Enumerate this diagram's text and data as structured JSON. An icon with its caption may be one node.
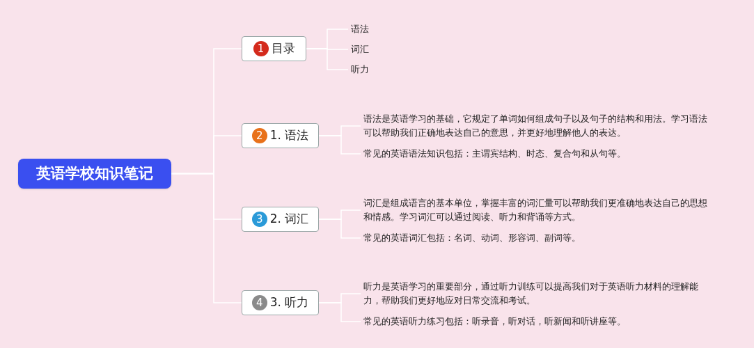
{
  "diagram": {
    "nodes": [
      {
        "text": [
          "英语学校知识笔记"
        ]
      },
      {
        "text": [
          "1",
          "目录"
        ]
      },
      {
        "text": [
          "语法"
        ]
      },
      {
        "text": [
          "词汇"
        ]
      },
      {
        "text": [
          "听力"
        ]
      },
      {
        "text": [
          "2",
          "1. 语法"
        ]
      },
      {
        "text": [
          "语法是英语学习的基础，它规定了单词如何组成句子以及句子的结构和用法。学习语法可以帮助我们正确地表达自己的意思，并更好地理解他人的表达。"
        ]
      },
      {
        "text": [
          "常见的英语语法知识包括：主谓宾结构、时态、复合句和从句等。"
        ]
      },
      {
        "text": [
          "3",
          "2. 词汇"
        ]
      },
      {
        "text": [
          "词汇是组成语言的基本单位，掌握丰富的词汇量可以帮助我们更准确地表达自己的思想和情感。学习词汇可以通过阅读、听力和背诵等方式。"
        ]
      },
      {
        "text": [
          "常见的英语词汇包括：名词、动词、形容词、副词等。"
        ]
      },
      {
        "text": [
          "4",
          "3. 听力"
        ]
      },
      {
        "text": [
          "听力是英语学习的重要部分，通过听力训练可以提高我们对于英语听力材料的理解能力，帮助我们更好地应对日常交流和考试。"
        ]
      },
      {
        "text": [
          "常见的英语听力练习包括：听录音，听对话，听新闻和听讲座等。"
        ]
      }
    ],
    "edges": [
      {
        "from": 0,
        "to": 1,
        "arrow": "none"
      },
      {
        "from": 0,
        "to": 5,
        "arrow": "none"
      },
      {
        "from": 0,
        "to": 8,
        "arrow": "none"
      },
      {
        "from": 0,
        "to": 11,
        "arrow": "none"
      },
      {
        "from": 1,
        "to": 2,
        "arrow": "none"
      },
      {
        "from": 1,
        "to": 3,
        "arrow": "none"
      },
      {
        "from": 1,
        "to": 4,
        "arrow": "none"
      },
      {
        "from": 5,
        "to": 6,
        "arrow": "none"
      },
      {
        "from": 5,
        "to": 7,
        "arrow": "none"
      },
      {
        "from": 8,
        "to": 9,
        "arrow": "none"
      },
      {
        "from": 8,
        "to": 10,
        "arrow": "none"
      },
      {
        "from": 11,
        "to": 12,
        "arrow": "none"
      },
      {
        "from": 11,
        "to": 13,
        "arrow": "none"
      }
    ]
  }
}
